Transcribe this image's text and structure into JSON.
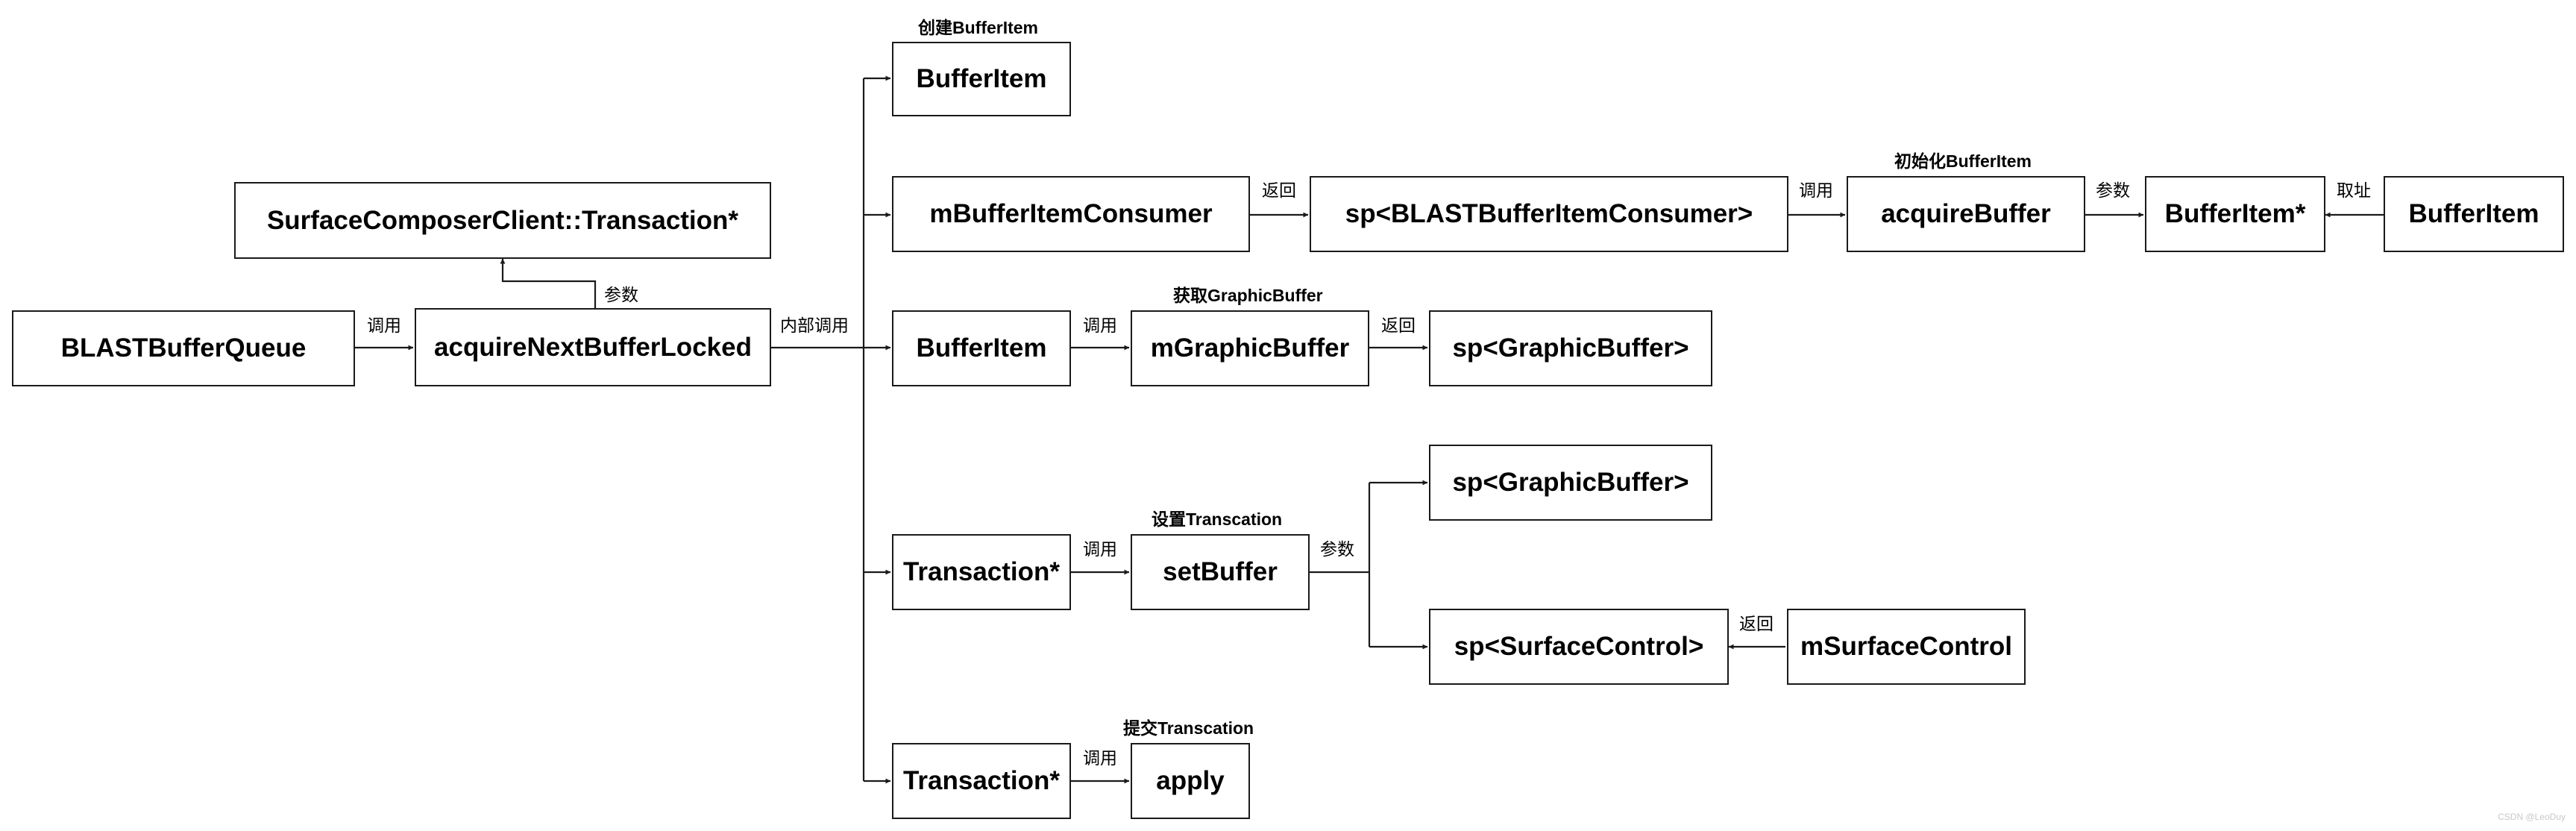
{
  "nodes": {
    "blast_buffer_queue": "BLASTBufferQueue",
    "acquire_next_buffer_locked": "acquireNextBufferLocked",
    "transaction_ptr_top": "SurfaceComposerClient::Transaction*",
    "buffer_item_create": "BufferItem",
    "m_buffer_item_consumer": "mBufferItemConsumer",
    "sp_blast_consumer": "sp<BLASTBufferItemConsumer>",
    "acquire_buffer": "acquireBuffer",
    "buffer_item_ptr": "BufferItem*",
    "buffer_item_right": "BufferItem",
    "buffer_item_mid": "BufferItem",
    "m_graphic_buffer": "mGraphicBuffer",
    "sp_graphic_buffer_1": "sp<GraphicBuffer>",
    "sp_graphic_buffer_2": "sp<GraphicBuffer>",
    "transaction_ptr_1": "Transaction*",
    "set_buffer": "setBuffer",
    "sp_surface_control": "sp<SurfaceControl>",
    "m_surface_control": "mSurfaceControl",
    "transaction_ptr_2": "Transaction*",
    "apply": "apply"
  },
  "labels": {
    "call_1": "调用",
    "param_top": "参数",
    "internal_call": "内部调用",
    "create_buffer_item": "创建BufferItem",
    "return_1": "返回",
    "call_2": "调用",
    "init_buffer_item": "初始化BufferItem",
    "param_right": "参数",
    "take_address": "取址",
    "call_3": "调用",
    "get_graphic_buffer": "获取GraphicBuffer",
    "return_2": "返回",
    "call_4": "调用",
    "set_transaction": "设置Transcation",
    "param_set": "参数",
    "return_3": "返回",
    "call_5": "调用",
    "commit_transaction": "提交Transcation"
  },
  "watermark": "CSDN @LeoDuy"
}
